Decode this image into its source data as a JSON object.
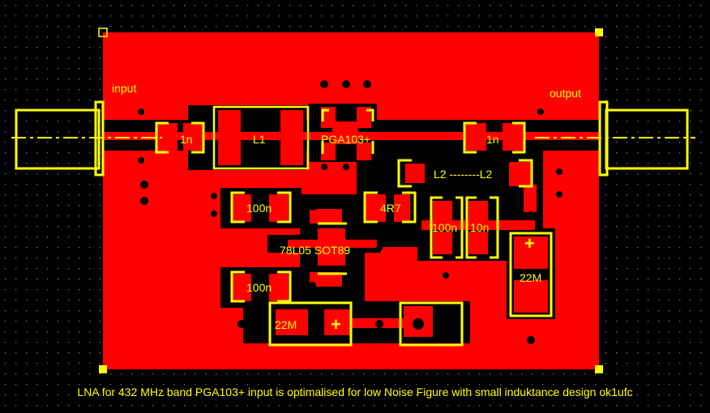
{
  "board": {
    "copper_color": "#ff0000",
    "silkscreen_color": "#ffff00",
    "background_color": "#000000",
    "gap_color": "#000000",
    "via_color": "#000000"
  },
  "labels": {
    "input": "input",
    "output": "output",
    "c_in": "1n",
    "l1": "L1",
    "pga": "PGA103+",
    "c_out": "1n",
    "l2": "L2 --------L2",
    "c100n_top": "100n",
    "r4r7": "4R7",
    "c100n_mid": "100n",
    "c10n": "10n",
    "c22m_right": "22M",
    "reg": "78L05  SOT89",
    "c100n_bottom": "100n",
    "c22m_bottom": "22M",
    "plus_right": "+",
    "plus_bottom": "+"
  },
  "caption": "LNA for 432 MHz band PGA103+ input is optimalised for low Noise Figure with small induktance  design ok1ufc"
}
